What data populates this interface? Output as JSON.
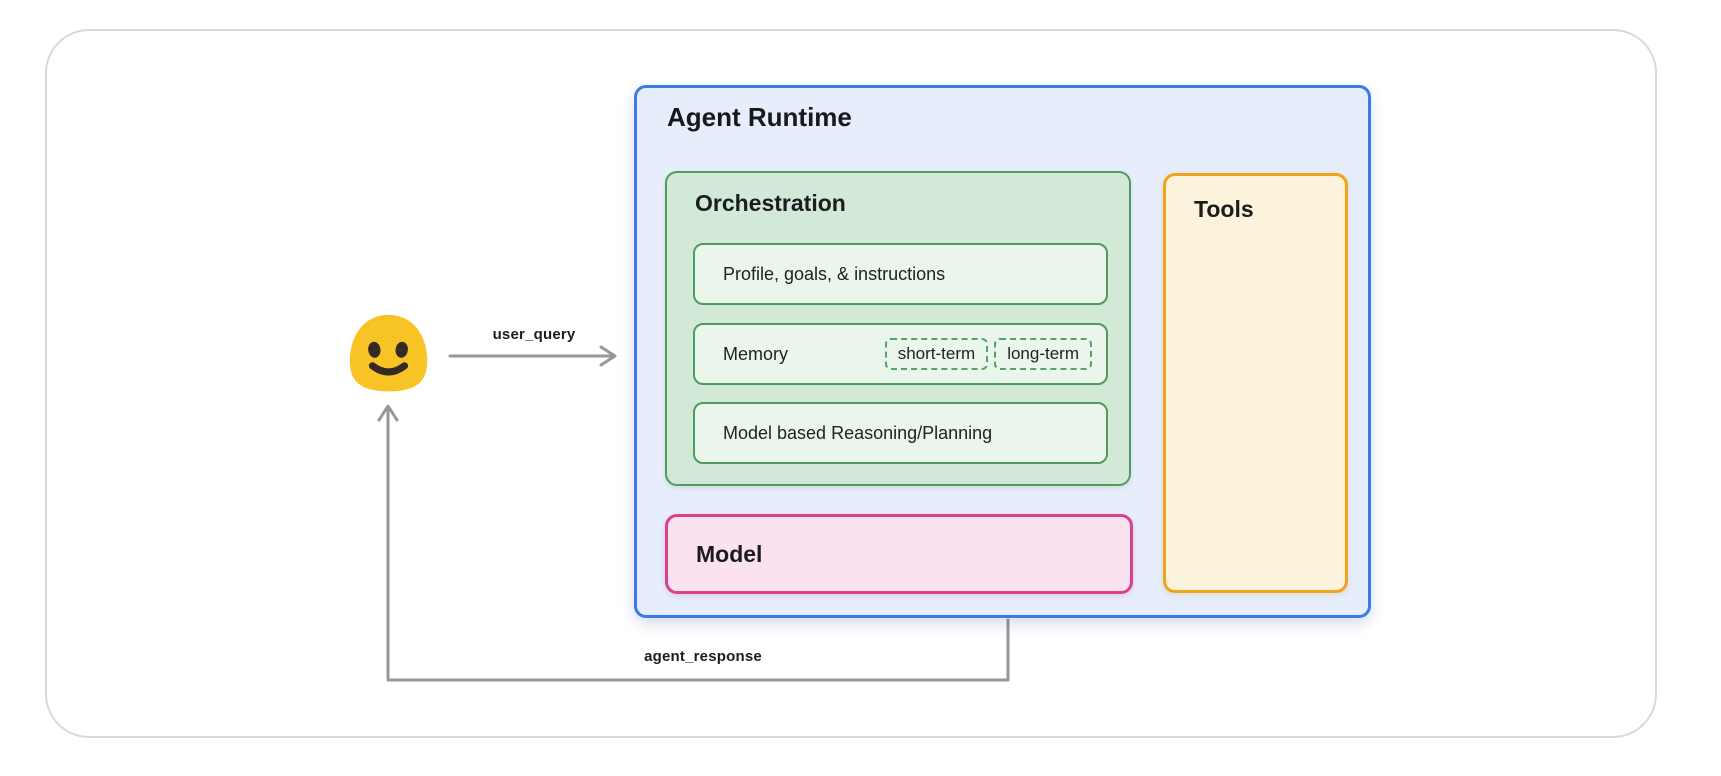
{
  "agent_runtime": {
    "title": "Agent Runtime",
    "orchestration": {
      "title": "Orchestration",
      "rows": [
        {
          "label": "Profile, goals, & instructions"
        },
        {
          "label": "Memory",
          "chips": [
            {
              "label": "short-term"
            },
            {
              "label": "long-term"
            }
          ]
        },
        {
          "label": "Model based Reasoning/Planning"
        }
      ]
    },
    "tools": {
      "title": "Tools"
    },
    "model": {
      "title": "Model"
    }
  },
  "flow": {
    "user_query_label": "user_query",
    "agent_response_label": "agent_response",
    "user_icon": "smiley-blob-emoji"
  },
  "colors": {
    "runtime_bg": "#e7eefb",
    "runtime_border": "#3b7ae8",
    "orchestration_bg": "#d3e9d8",
    "green_border": "#4f9b5e",
    "inner_row_bg": "#eaf5ec",
    "chip_dashed_border": "#53a466",
    "tools_bg": "#fcf3dc",
    "tools_border": "#f0a41d",
    "model_bg": "#fbe2ef",
    "model_border": "#d9418f",
    "arrow_gray": "#979797",
    "emoji_yellow": "#f7c325",
    "emoji_face": "#352a24",
    "outer_card_border": "#d9d9d9",
    "text": "#1d2023"
  }
}
